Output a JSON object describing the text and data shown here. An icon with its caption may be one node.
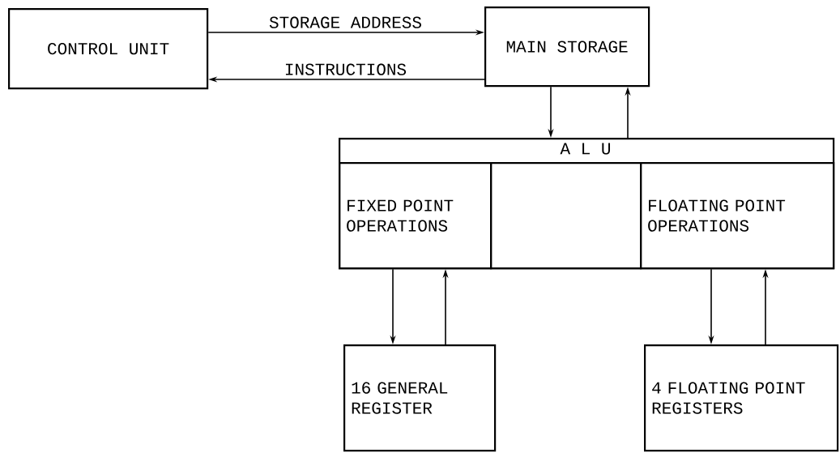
{
  "diagram": {
    "nodes": [
      {
        "text": [
          "CONTROL UNIT"
        ]
      },
      {
        "text": [
          "MAIN STORAGE"
        ]
      },
      {
        "text": [
          "A L U"
        ]
      },
      {
        "text": [
          "FIXED POINT OPERATIONS"
        ],
        "in": 2
      },
      {
        "text": [],
        "shape": "box",
        "in": 2
      },
      {
        "text": [
          "FLOATING POINT OPERATIONS"
        ],
        "in": 2
      },
      {
        "text": [
          "16 GENERAL REGISTER"
        ]
      },
      {
        "text": [
          "4 FLOATING POINT REGISTERS"
        ]
      }
    ],
    "edges": [
      {
        "from": 0,
        "to": 1,
        "arrow": "to",
        "label": "STORAGE ADDRESS"
      },
      {
        "from": 1,
        "to": 0,
        "arrow": "to",
        "label": "INSTRUCTIONS"
      },
      {
        "from": 1,
        "to": 2,
        "arrow": "to"
      },
      {
        "from": 2,
        "to": 1,
        "arrow": "to"
      },
      {
        "from": 3,
        "to": 6,
        "arrow": "to"
      },
      {
        "from": 6,
        "to": 3,
        "arrow": "to"
      },
      {
        "from": 5,
        "to": 7,
        "arrow": "to"
      },
      {
        "from": 7,
        "to": 5,
        "arrow": "to"
      }
    ]
  }
}
